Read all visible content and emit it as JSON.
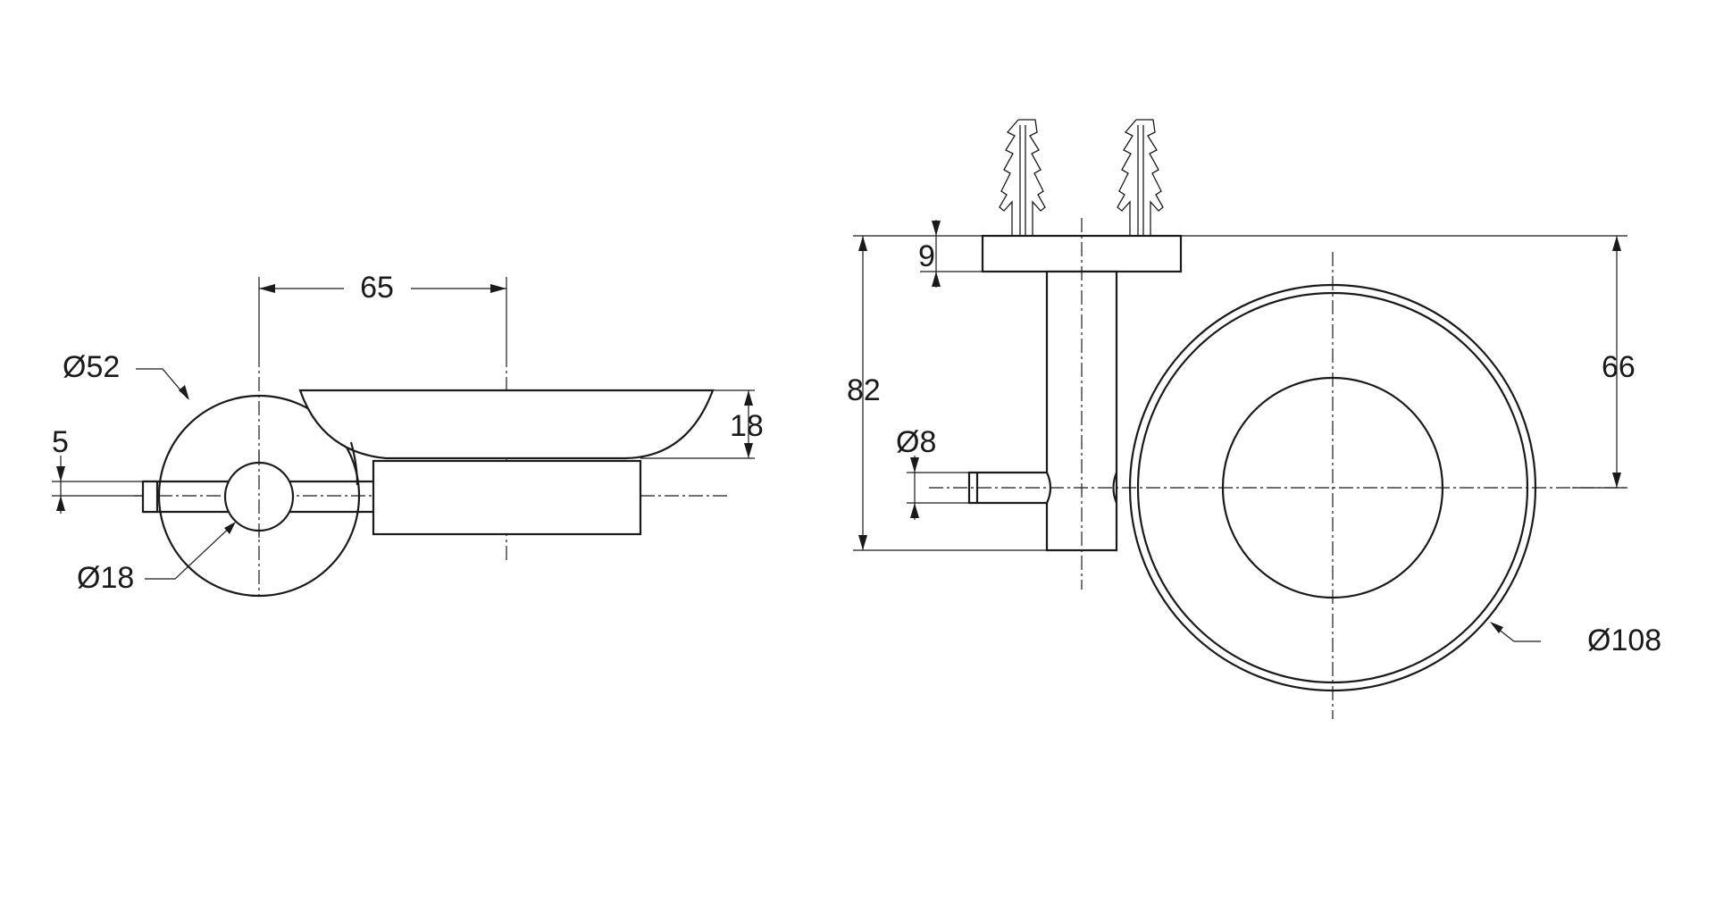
{
  "dimensions": {
    "d65": "65",
    "d52": "Ø52",
    "d5": "5",
    "d18": "18",
    "d18dia": "Ø18",
    "d9": "9",
    "d82": "82",
    "d8": "Ø8",
    "d66": "66",
    "d108": "Ø108"
  },
  "colors": {
    "line": "#1a1a1a",
    "background": "#ffffff"
  }
}
